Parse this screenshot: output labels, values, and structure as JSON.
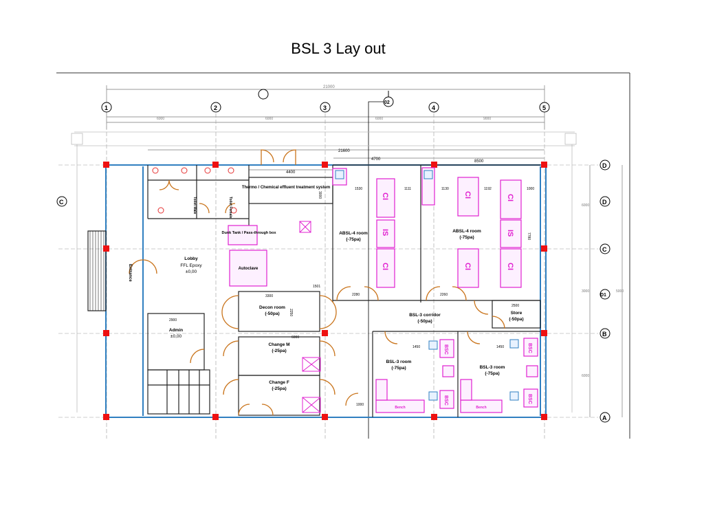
{
  "slide": {
    "title": "BSL 3 Lay out"
  },
  "plan": {
    "dim_overall": "21000",
    "dim_bay": "6000",
    "dim_bay_right": "9000",
    "dim_lab_width": "21600",
    "dim_absl_a": "4700",
    "dim_absl_b": "8500",
    "dim_4400": "4400",
    "grid_columns": [
      "1",
      "2",
      "3",
      "4",
      "5"
    ],
    "grid_column_extra": "02",
    "grid_rows": [
      "D",
      "D",
      "C",
      "D1",
      "B",
      "A"
    ],
    "grid_row_top_left": "C",
    "rooms": {
      "thermo": "Thermo / Chemical effluent treatment system",
      "dunk_tank": "Dunk Tank / Pass-through box",
      "autoclave": "Autoclave",
      "lobby": "Lobby",
      "lobby_floor": "FFL Epoxy",
      "lobby_level": "±0,00",
      "absl4_left": "ABSL-4 room",
      "absl4_left_pressure": "(-75pa)",
      "absl4_right": "ABSL-4 room",
      "absl4_right_pressure": "(-75pa)",
      "decon": "Decon room",
      "decon_pressure": "(-50pa)",
      "corridor": "BSL-3 corridor",
      "corridor_pressure": "(-50pa)",
      "store": "Store",
      "store_pressure": "(-50pa)",
      "admin": "Admin",
      "admin_level": "±0,00",
      "change_m": "Change M",
      "change_m_pressure": "(-25pa)",
      "change_f": "Change F",
      "change_f_pressure": "(-25pa)",
      "bsl3_left": "BSL-3 room",
      "bsl3_left_pressure": "(-75pa)",
      "bsl3_right": "BSL-3 room",
      "bsl3_right_pressure": "(-75pa)",
      "toilet_male": "Toilet Male",
      "toilet_female": "Toilet Female",
      "entrance": "Entrance",
      "bench": "Bench"
    },
    "equipment": {
      "ci": "CI",
      "is": "IS",
      "bsc": "BSC"
    },
    "dims": {
      "d1530": "1530",
      "d1111": "1111",
      "d1130": "1130",
      "d1192": "1192",
      "d1000": "1000",
      "d2280": "2280",
      "d2300": "2300",
      "d2500": "2500",
      "d2900": "2900",
      "d3300": "3300",
      "d6000": "6000",
      "d1450": "1450",
      "d7780": "7780",
      "d3000": "3000",
      "d5000": "5000",
      "d1501": "1501",
      "d2250": "2250",
      "d2260": "2260"
    },
    "colors": {
      "wall": "#2f7fc0",
      "column": "#ee1111",
      "door": "#c9731a",
      "equipment": "#e020d0",
      "line": "#555555"
    }
  }
}
